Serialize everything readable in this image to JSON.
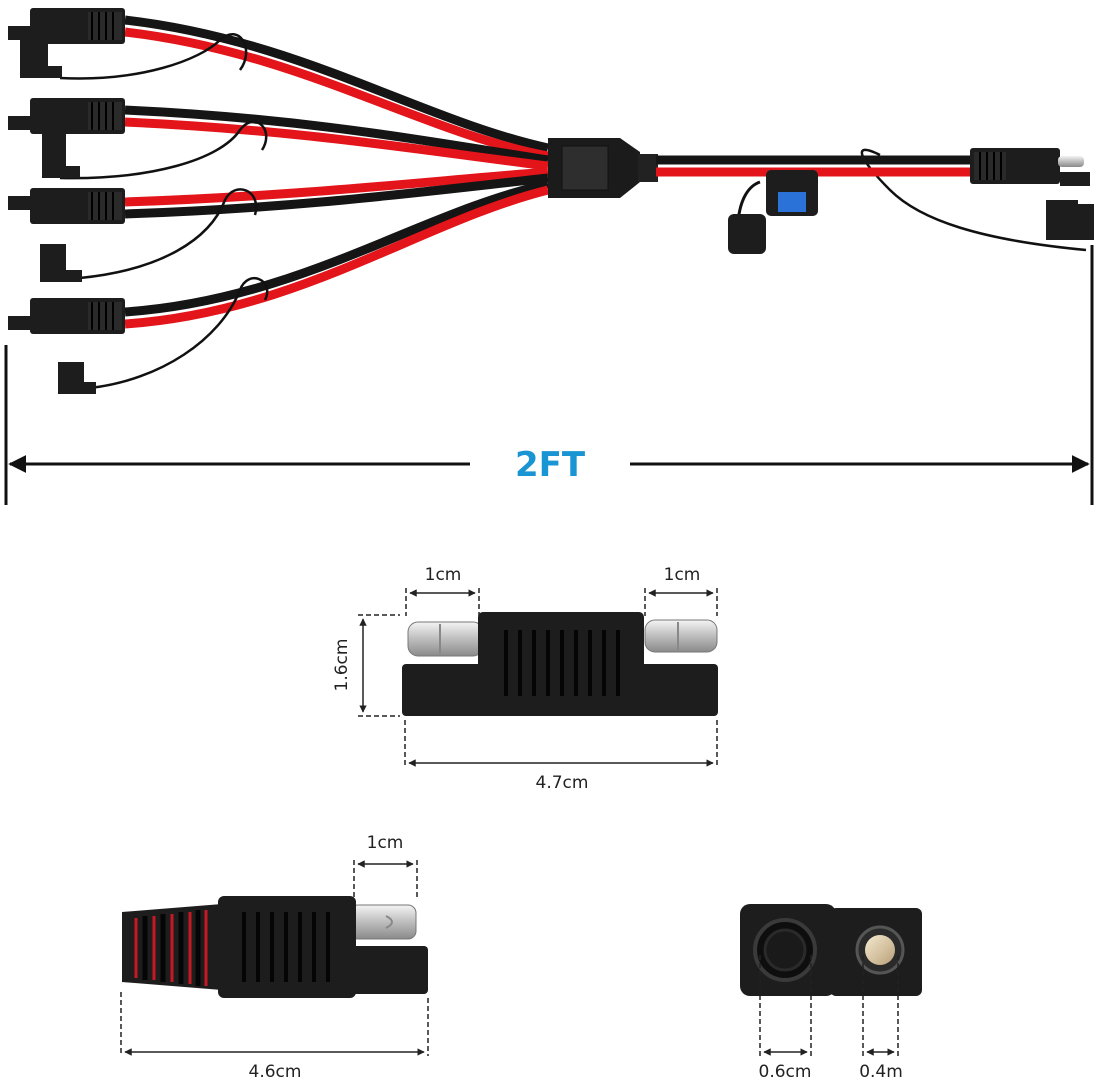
{
  "length_label": "2FT",
  "colors": {
    "length_label": "#1a95d4",
    "wire_red": "#e3141a",
    "wire_black": "#151515",
    "connector_body": "#1d1d1d",
    "fuse_blue": "#2a72d8"
  },
  "dimensions": {
    "pin_left": "1cm",
    "pin_right": "1cm",
    "height": "1.6cm",
    "width_top": "4.7cm",
    "pin_side": "1cm",
    "width_side": "4.6cm",
    "socket_diameter": "0.6cm",
    "pin_diameter": "0.4m"
  },
  "icons": [
    "sae-connector-icon",
    "fuse-holder-icon",
    "y-splitter-hub-icon",
    "dust-cap-icon"
  ]
}
